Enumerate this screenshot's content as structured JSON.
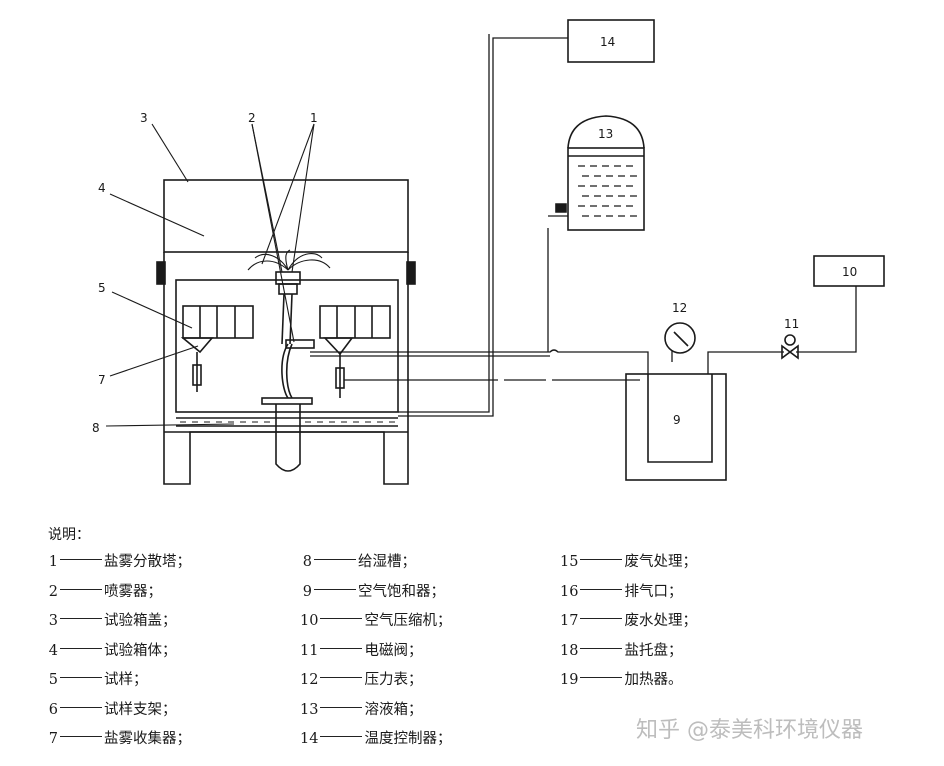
{
  "diagram": {
    "labels": [
      "1",
      "2",
      "3",
      "4",
      "5",
      "7",
      "8",
      "9",
      "10",
      "11",
      "12",
      "13",
      "14"
    ]
  },
  "legend": {
    "title": "说明：",
    "columns": [
      [
        {
          "num": "1",
          "text": "盐雾分散塔；"
        },
        {
          "num": "2",
          "text": "喷雾器；"
        },
        {
          "num": "3",
          "text": "试验箱盖；"
        },
        {
          "num": "4",
          "text": "试验箱体；"
        },
        {
          "num": "5",
          "text": "试样；"
        },
        {
          "num": "6",
          "text": "试样支架；"
        },
        {
          "num": "7",
          "text": "盐雾收集器；"
        }
      ],
      [
        {
          "num": "8",
          "text": "给湿槽；"
        },
        {
          "num": "9",
          "text": "空气饱和器；"
        },
        {
          "num": "10",
          "text": "空气压缩机；"
        },
        {
          "num": "11",
          "text": "电磁阀；"
        },
        {
          "num": "12",
          "text": "压力表；"
        },
        {
          "num": "13",
          "text": "溶液箱；"
        },
        {
          "num": "14",
          "text": "温度控制器；"
        }
      ],
      [
        {
          "num": "15",
          "text": "废气处理；"
        },
        {
          "num": "16",
          "text": "排气口；"
        },
        {
          "num": "17",
          "text": "废水处理；"
        },
        {
          "num": "18",
          "text": "盐托盘；"
        },
        {
          "num": "19",
          "text": "加热器。"
        }
      ]
    ]
  },
  "watermark": "知乎 @泰美科环境仪器"
}
